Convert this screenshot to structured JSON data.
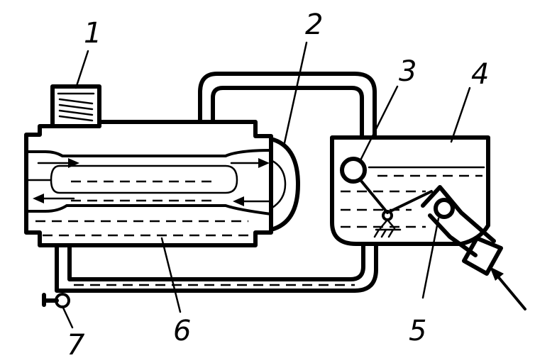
{
  "labels": {
    "l1": "1",
    "l2": "2",
    "l3": "3",
    "l4": "4",
    "l5": "5",
    "l6": "6",
    "l7": "7"
  },
  "colors": {
    "ink": "#000000",
    "paper": "#ffffff"
  }
}
